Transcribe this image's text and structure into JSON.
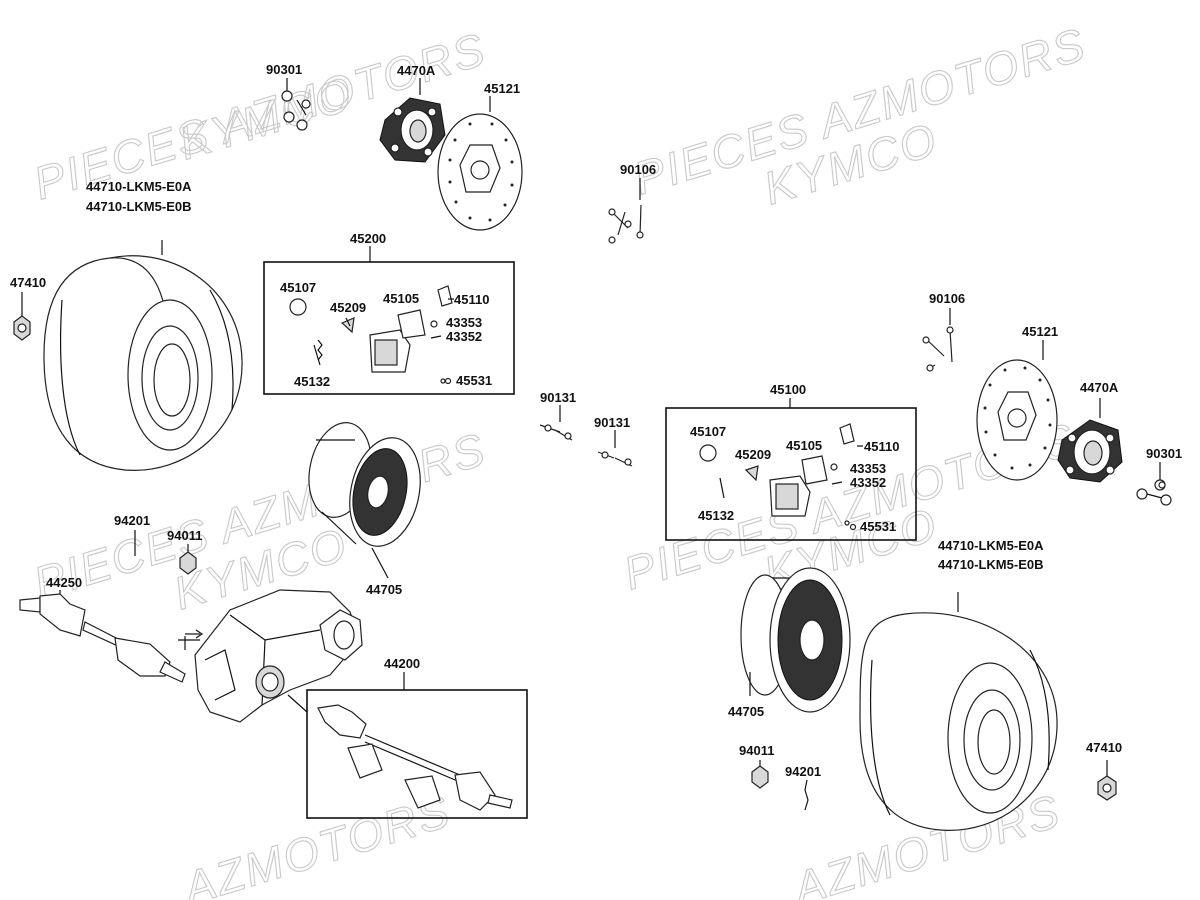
{
  "watermarks": {
    "pieces_azmotors": "PIECES AZMOTORS",
    "kymco": "KYMCO",
    "azmotors": "AZMOTORS"
  },
  "labels": {
    "tire_left_a": "44710-LKM5-E0A",
    "tire_left_b": "44710-LKM5-E0B",
    "tire_right_a": "44710-LKM5-E0A",
    "tire_right_b": "44710-LKM5-E0B",
    "bolt_90301_top": "90301",
    "hub_4470A_top": "4470A",
    "disc_45121_top": "45121",
    "bolt_90106_top": "90106",
    "caliper_assy_45200": "45200",
    "pad_45107_left": "45107",
    "part_45209_left": "45209",
    "part_45105_left": "45105",
    "part_45110_left": "45110",
    "part_43353_left": "43353",
    "part_43352_left": "43352",
    "part_45132_left": "45132",
    "part_45531_left": "45531",
    "nut_47410_left": "47410",
    "bolt_90131_a": "90131",
    "bolt_90131_b": "90131",
    "caliper_assy_45100": "45100",
    "pad_45107_right": "45107",
    "part_45209_right": "45209",
    "part_45105_right": "45105",
    "part_45110_right": "45110",
    "part_43353_right": "43353",
    "part_43352_right": "43352",
    "part_45132_right": "45132",
    "part_45531_right": "45531",
    "bolt_90106_right": "90106",
    "disc_45121_right": "45121",
    "hub_4470A_right": "4470A",
    "bolt_90301_right": "90301",
    "pin_94201_left": "94201",
    "nut_94011_left": "94011",
    "rim_44705_left": "44705",
    "shaft_44250": "44250",
    "shaft_assy_44200": "44200",
    "rim_44705_right": "44705",
    "nut_94011_right": "94011",
    "pin_94201_right": "94201",
    "nut_47410_right": "47410"
  }
}
